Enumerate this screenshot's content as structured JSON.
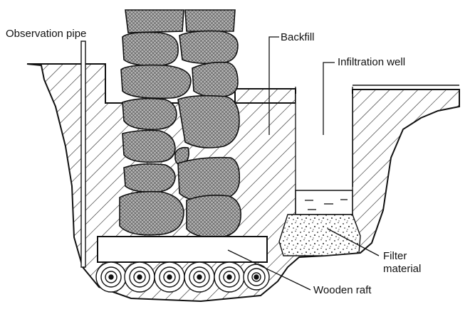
{
  "labels": {
    "observation_pipe": "Observation pipe",
    "backfill": "Backfill",
    "infiltration_well": "Infiltration well",
    "filter_material_line1": "Filter",
    "filter_material_line2": "material",
    "wooden_raft": "Wooden raft"
  },
  "colors": {
    "ink": "#111111",
    "hatch": "#222222",
    "stone_fill": "#9a9a9a",
    "paper": "#ffffff"
  }
}
